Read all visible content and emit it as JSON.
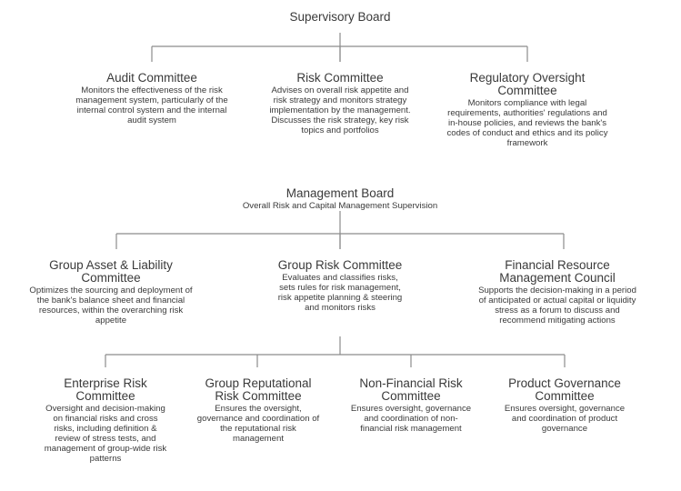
{
  "supervisory_board": {
    "title": "Supervisory Board",
    "committees": [
      {
        "title": "Audit Committee",
        "desc": "Monitors the effectiveness of the risk\nmanagement system, particularly of the\ninternal control system and the internal\naudit system"
      },
      {
        "title": "Risk Committee",
        "desc": "Advises on overall risk appetite and\nrisk strategy and monitors strategy\nimplementation by the management.\nDiscusses the risk strategy, key risk\ntopics and portfolios"
      },
      {
        "title": "Regulatory Oversight\nCommittee",
        "desc": "Monitors compliance with legal\nrequirements, authorities' regulations and\nin-house policies, and reviews the bank's\ncodes of conduct and ethics and its policy\nframework"
      }
    ]
  },
  "management_board": {
    "title": "Management Board",
    "subtitle": "Overall Risk and Capital Management Supervision",
    "committees": [
      {
        "title": "Group Asset & Liability\nCommittee",
        "desc": "Optimizes the sourcing and deployment of\nthe bank's balance sheet and financial\nresources, within the overarching risk\nappetite"
      },
      {
        "title": "Group Risk Committee",
        "desc": "Evaluates and classifies risks,\nsets rules for risk management,\nrisk appetite planning & steering\nand monitors risks"
      },
      {
        "title": "Financial Resource\nManagement Council",
        "desc": "Supports the decision-making in a period\nof anticipated or actual capital or liquidity\nstress as a forum to discuss and\nrecommend mitigating actions"
      }
    ]
  },
  "group_risk_committee_subcommittees": [
    {
      "title": "Enterprise Risk\nCommittee",
      "desc": "Oversight and decision-making\non financial risks and cross\nrisks, including definition &\nreview of stress tests, and\nmanagement of group-wide risk\npatterns"
    },
    {
      "title": "Group Reputational\nRisk Committee",
      "desc": "Ensures the oversight,\ngovernance and coordination of\nthe reputational risk\nmanagement"
    },
    {
      "title": "Non-Financial Risk\nCommittee",
      "desc": "Ensures oversight, governance\nand coordination of non-\nfinancial risk management"
    },
    {
      "title": "Product Governance\nCommittee",
      "desc": "Ensures oversight, governance\nand coordination of product\ngovernance"
    }
  ],
  "colors": {
    "line": "#8c8c8c",
    "text": "#3a3a3a"
  }
}
